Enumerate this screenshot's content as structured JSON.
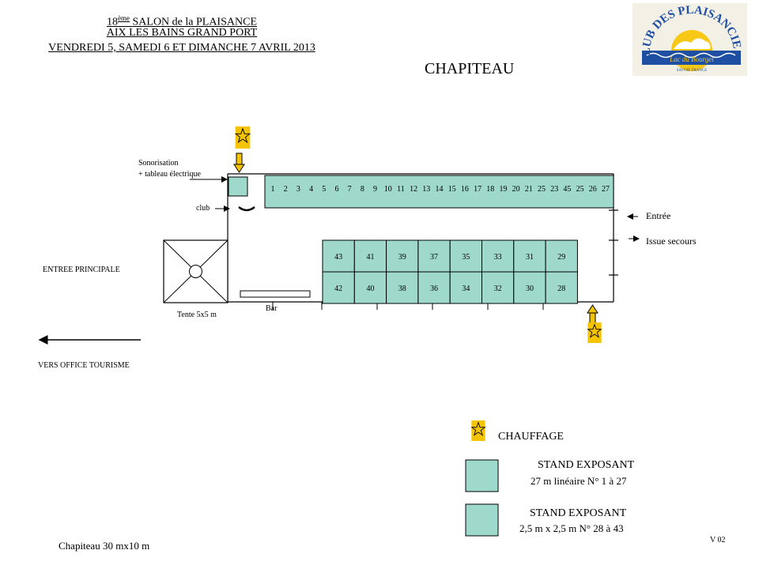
{
  "header": {
    "line1_pre": "18",
    "line1_sup": "ème",
    "line1_post": "SALON de la PLAISANCE",
    "line2": "AIX LES BAINS   GRAND PORT",
    "line3": "VENDREDI 5, SAMEDI 6 ET DIMANCHE 7 AVRIL 2013"
  },
  "title": "CHAPITEAU",
  "logo": {
    "text": "CLUB DES PLAISANCIERS",
    "sub": "Lac du Bourget",
    "region": "SAVOIE  FRANCE"
  },
  "labels": {
    "sonorisation_1": "Sonorisation",
    "sonorisation_2": "+ tableau électrique",
    "club": "club",
    "entree_principale": "ENTREE PRINCIPALE",
    "tente": "Tente 5x5 m",
    "bar": "Bar",
    "vers_office": "VERS OFFICE TOURISME",
    "entree": "Entrée",
    "issue_secours": "Issue secours"
  },
  "linear_stands": [
    "1",
    "2",
    "3",
    "4",
    "5",
    "6",
    "7",
    "8",
    "9",
    "10",
    "11",
    "12",
    "13",
    "14",
    "15",
    "16",
    "17",
    "18",
    "19",
    "20",
    "21",
    "25",
    "23",
    "45",
    "25",
    "26",
    "27"
  ],
  "grid_stands": {
    "top_row": [
      "43",
      "41",
      "39",
      "37",
      "35",
      "33",
      "31",
      "29"
    ],
    "bottom_row": [
      "42",
      "40",
      "38",
      "36",
      "34",
      "32",
      "30",
      "28"
    ]
  },
  "legend": {
    "chauffage": "CHAUFFAGE",
    "stand1_title": "STAND EXPOSANT",
    "stand1_desc": "27 m linéaire   N° 1 à 27",
    "stand2_title": "STAND EXPOSANT",
    "stand2_desc": "2,5 m x 2,5 m N° 28 à 43"
  },
  "footer": {
    "size": "Chapiteau 30 mx10 m",
    "version": "V 02"
  },
  "colors": {
    "stand_fill": "#9fd9cc",
    "heater_fill": "#f5c400",
    "heater_outline": "#000000"
  }
}
